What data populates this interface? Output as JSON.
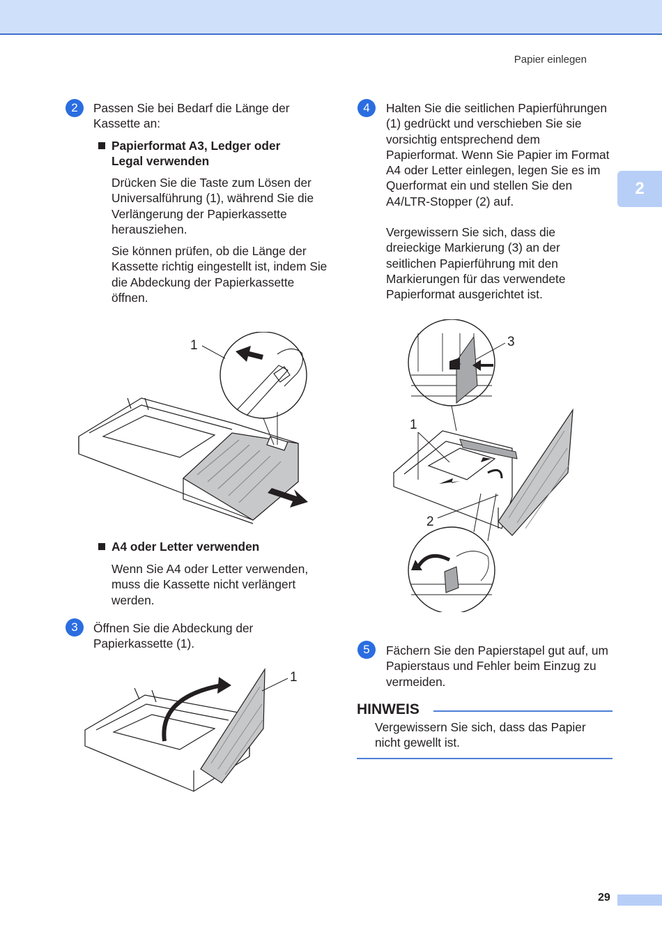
{
  "header": {
    "title": "Papier einlegen",
    "chapter": "2",
    "page_number": "29"
  },
  "steps": {
    "s2": {
      "number": "2",
      "text": "Passen Sie bei Bedarf die Länge der Kassette an:"
    },
    "s2_sub1": {
      "heading": "Papierformat A3, Ledger oder Legal verwenden",
      "para1": "Drücken Sie die Taste zum Lösen der Universalführung (1), während Sie die Verlängerung der Papierkassette herausziehen.",
      "para2": "Sie können prüfen, ob die Länge der Kassette richtig eingestellt ist, indem Sie die Abdeckung der Papierkassette öffnen."
    },
    "s2_sub2": {
      "heading": "A4 oder Letter verwenden",
      "para": "Wenn Sie A4 oder Letter verwenden, muss die Kassette nicht verlängert werden."
    },
    "s3": {
      "number": "3",
      "text": "Öffnen Sie die Abdeckung der Papierkassette (1)."
    },
    "s4": {
      "number": "4",
      "text": "Halten Sie die seitlichen Papierführungen (1) gedrückt und verschieben Sie sie vorsichtig entsprechend dem Papierformat. Wenn Sie Papier im Format A4 oder Letter einlegen, legen Sie es im Querformat ein und stellen Sie den A4/LTR-Stopper (2) auf.",
      "text2": "Vergewissern Sie sich, dass die dreieckige Markierung (3) an der seitlichen Papierführung mit den Markierungen für das verwendete Papierformat ausgerichtet ist."
    },
    "s5": {
      "number": "5",
      "text": "Fächern Sie den Papierstapel gut auf, um Papierstaus und Fehler beim Einzug zu vermeiden."
    }
  },
  "note": {
    "title": "HINWEIS",
    "text": "Vergewissern Sie sich, dass das Papier nicht gewellt ist."
  },
  "figures": {
    "fig1_label": "1",
    "fig2_label": "1",
    "fig3_label1": "1",
    "fig3_label2": "2",
    "fig3_label3": "3"
  },
  "colors": {
    "accent": "#2b6de0",
    "header_band": "#cfe0fb",
    "tab": "#b7cff7",
    "note_rule": "#4d80d6"
  }
}
